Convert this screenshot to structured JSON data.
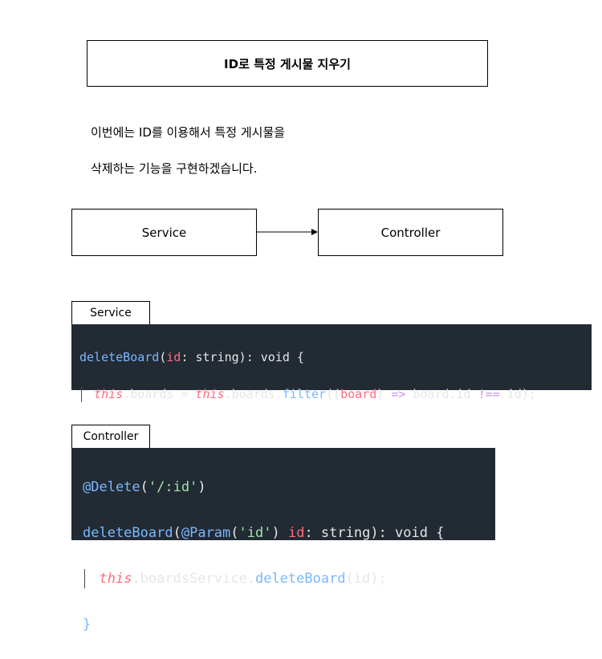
{
  "title": "ID로 특정 게시물 지우기",
  "paragraph": {
    "line1": "이번에는 ID를 이용해서 특정 게시물을",
    "line2": "삭제하는 기능을 구현하겠습니다."
  },
  "diagram": {
    "left_box": "Service",
    "right_box": "Controller"
  },
  "service_section": {
    "tab_label": "Service",
    "code": {
      "l1_fn": "deleteBoard",
      "l1_paren_open": "(",
      "l1_param": "id",
      "l1_colon": ": string): void {",
      "l2_this1": "this",
      "l2_mid": ".boards = ",
      "l2_this2": "this",
      "l2_boards": ".boards.",
      "l2_filter": "filter",
      "l2_open": "((",
      "l2_param": "board",
      "l2_close": ") ",
      "l2_arrow": "=>",
      "l2_body": " board.id ",
      "l2_neq": "!==",
      "l2_end": " id);",
      "l3": "}"
    }
  },
  "controller_section": {
    "tab_label": "Controller",
    "code": {
      "l1_dec": "@Delete",
      "l1_open": "(",
      "l1_str": "'/:id'",
      "l1_close": ")",
      "l2_fn": "deleteBoard",
      "l2_open": "(",
      "l2_dec": "@Param",
      "l2_p_open": "(",
      "l2_str": "'id'",
      "l2_p_close": ") ",
      "l2_param": "id",
      "l2_rest": ": string): void {",
      "l3_this": "this",
      "l3_service": ".boardsService.",
      "l3_fn": "deleteBoard",
      "l3_end": "(id);",
      "l4": "}"
    }
  }
}
